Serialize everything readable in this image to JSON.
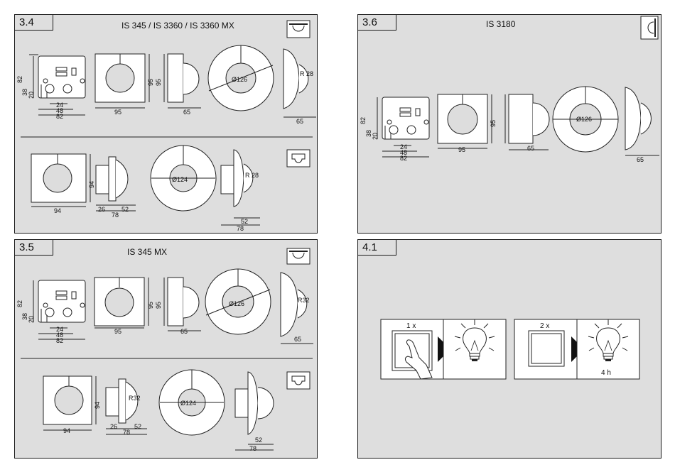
{
  "panels": {
    "p34": {
      "number": "3.4",
      "title": "IS 345 / IS 3360 / IS 3360 MX",
      "dims": {
        "h82": "82",
        "h38": "38",
        "h20": "20",
        "w24": "24",
        "w48": "48",
        "w82": "82",
        "w95": "95",
        "h95a": "95",
        "h95b": "95",
        "w65a": "65",
        "d126": "Ø126",
        "r28a": "R 28",
        "w65b": "65",
        "h94": "94",
        "w94": "94",
        "w26": "26",
        "w52a": "52",
        "w78a": "78",
        "d124": "Ø124",
        "r28b": "R 28",
        "w52b": "52",
        "w78b": "78"
      }
    },
    "p35": {
      "number": "3.5",
      "title": "IS 345 MX",
      "dims": {
        "h82": "82",
        "h38": "38",
        "h20": "20",
        "w24": "24",
        "w48": "48",
        "w82": "82",
        "w95": "95",
        "h95a": "95",
        "h95b": "95",
        "w65a": "65",
        "d126": "Ø126",
        "r32a": "R32",
        "w65b": "65",
        "h94": "94",
        "w94": "94",
        "r32b": "R32",
        "w26": "26",
        "w52a": "52",
        "w78a": "78",
        "d124": "Ø124",
        "w52b": "52",
        "w78b": "78"
      }
    },
    "p36": {
      "number": "3.6",
      "title": "IS 3180",
      "dims": {
        "h82": "82",
        "h38": "38",
        "h20": "20",
        "w24": "24",
        "w48": "48",
        "w82": "82",
        "w95": "95",
        "h95": "95",
        "w65a": "65",
        "d126": "Ø126",
        "w65b": "65"
      }
    },
    "p41": {
      "number": "4.1",
      "step1": "1 x",
      "step2": "2 x",
      "duration": "4 h"
    }
  }
}
